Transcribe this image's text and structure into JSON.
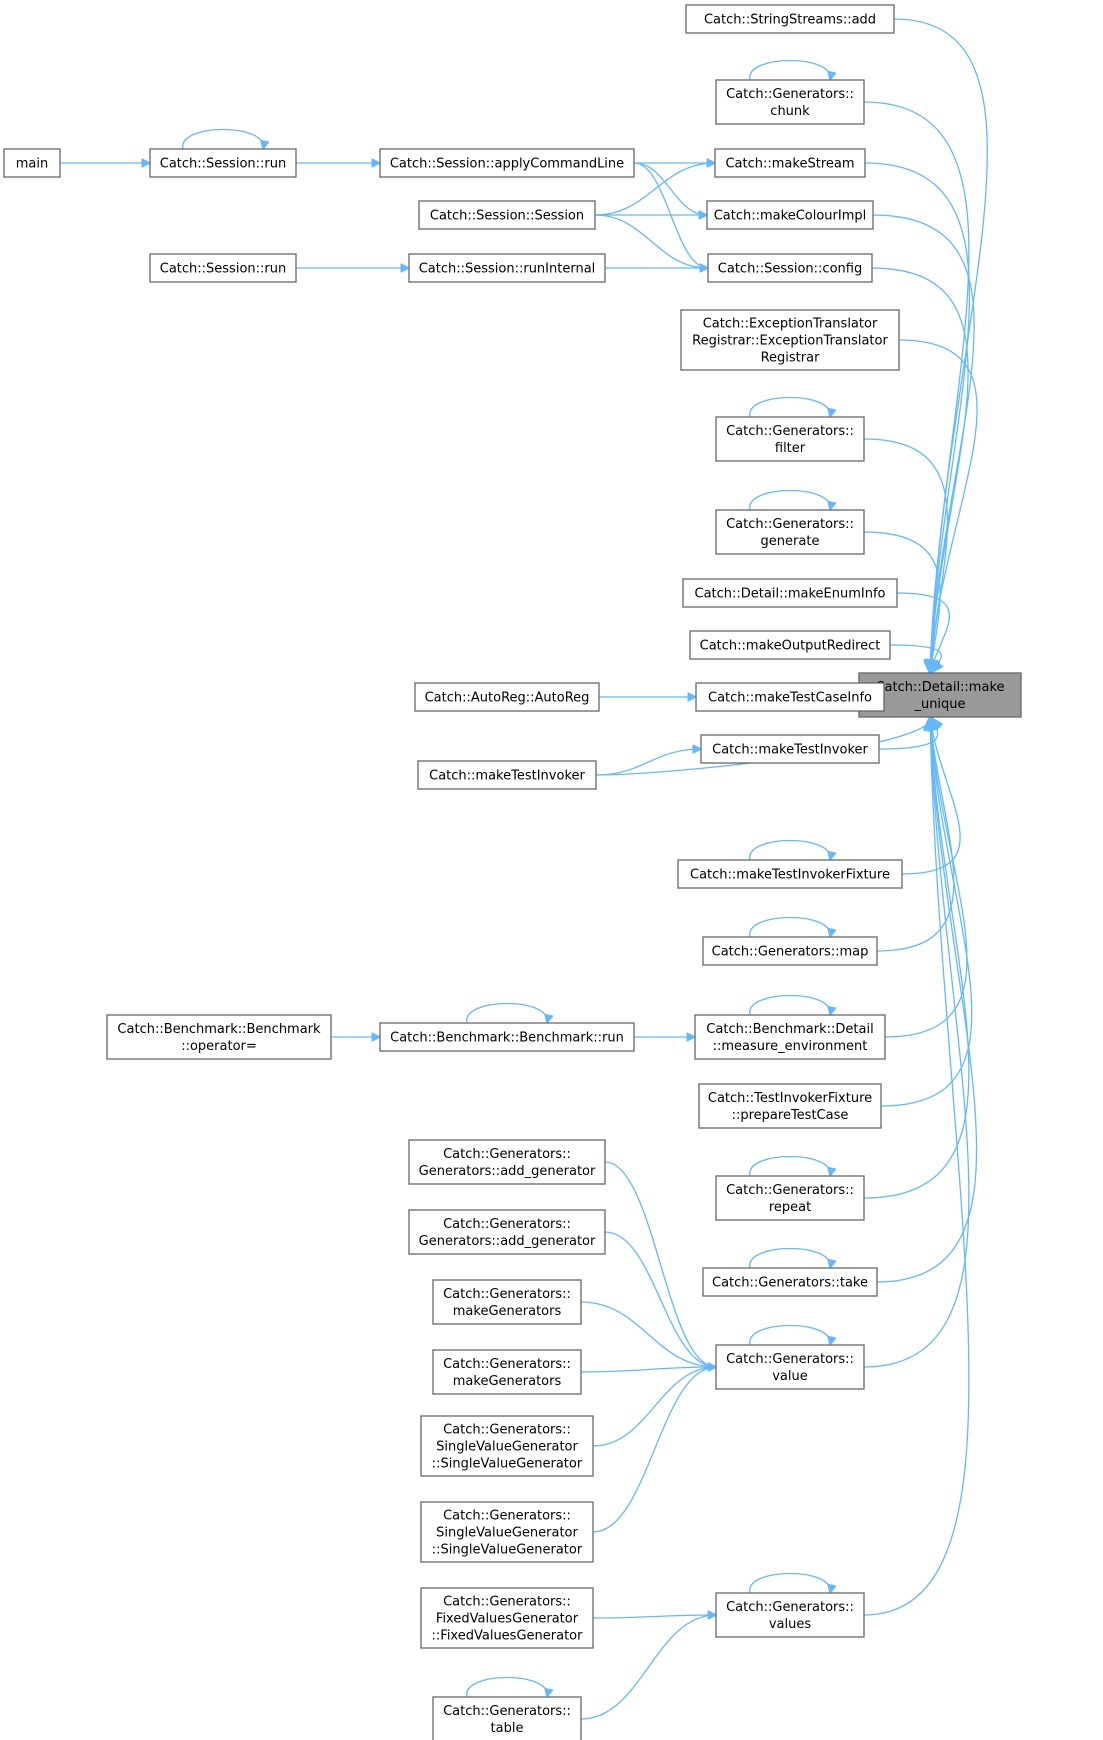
{
  "colors": {
    "edge": "#63b8ff",
    "node_border": "#666666",
    "focus_fill": "#999999"
  },
  "nodes": [
    {
      "id": "make_unique",
      "label": [
        "Catch::Detail::make",
        "_unique"
      ],
      "focus": true
    },
    {
      "id": "add",
      "label": [
        "Catch::StringStreams::add"
      ]
    },
    {
      "id": "chunk",
      "label": [
        "Catch::Generators::",
        "chunk"
      ]
    },
    {
      "id": "makeStream",
      "label": [
        "Catch::makeStream"
      ]
    },
    {
      "id": "makeColourImpl",
      "label": [
        "Catch::makeColourImpl"
      ]
    },
    {
      "id": "config",
      "label": [
        "Catch::Session::config"
      ]
    },
    {
      "id": "exTrans",
      "label": [
        "Catch::ExceptionTranslator",
        "Registrar::ExceptionTranslator",
        "Registrar"
      ]
    },
    {
      "id": "filter",
      "label": [
        "Catch::Generators::",
        "filter"
      ]
    },
    {
      "id": "generate",
      "label": [
        "Catch::Generators::",
        "generate"
      ]
    },
    {
      "id": "makeEnumInfo",
      "label": [
        "Catch::Detail::makeEnumInfo"
      ]
    },
    {
      "id": "makeOutputRedirect",
      "label": [
        "Catch::makeOutputRedirect"
      ]
    },
    {
      "id": "makeTestCaseInfo",
      "label": [
        "Catch::makeTestCaseInfo"
      ]
    },
    {
      "id": "makeTestInvoker1",
      "label": [
        "Catch::makeTestInvoker"
      ]
    },
    {
      "id": "makeTestInvoker2",
      "label": [
        "Catch::makeTestInvoker"
      ]
    },
    {
      "id": "makeTestInvokerFixture",
      "label": [
        "Catch::makeTestInvokerFixture"
      ]
    },
    {
      "id": "map",
      "label": [
        "Catch::Generators::map"
      ]
    },
    {
      "id": "measure_env",
      "label": [
        "Catch::Benchmark::Detail",
        "::measure_environment"
      ]
    },
    {
      "id": "prepareTestCase",
      "label": [
        "Catch::TestInvokerFixture",
        "::prepareTestCase"
      ]
    },
    {
      "id": "repeat",
      "label": [
        "Catch::Generators::",
        "repeat"
      ]
    },
    {
      "id": "take",
      "label": [
        "Catch::Generators::take"
      ]
    },
    {
      "id": "value",
      "label": [
        "Catch::Generators::",
        "value"
      ]
    },
    {
      "id": "values",
      "label": [
        "Catch::Generators::",
        "values"
      ]
    },
    {
      "id": "main",
      "label": [
        "main"
      ]
    },
    {
      "id": "sessionRun1",
      "label": [
        "Catch::Session::run"
      ]
    },
    {
      "id": "applyCmd",
      "label": [
        "Catch::Session::applyCommandLine"
      ]
    },
    {
      "id": "sessionCtor",
      "label": [
        "Catch::Session::Session"
      ]
    },
    {
      "id": "sessionRun2",
      "label": [
        "Catch::Session::run"
      ]
    },
    {
      "id": "runInternal",
      "label": [
        "Catch::Session::runInternal"
      ]
    },
    {
      "id": "autoReg",
      "label": [
        "Catch::AutoReg::AutoReg"
      ]
    },
    {
      "id": "benchOp",
      "label": [
        "Catch::Benchmark::Benchmark",
        "::operator="
      ]
    },
    {
      "id": "benchRun",
      "label": [
        "Catch::Benchmark::Benchmark::run"
      ]
    },
    {
      "id": "addGen1",
      "label": [
        "Catch::Generators::",
        "Generators::add_generator"
      ]
    },
    {
      "id": "addGen2",
      "label": [
        "Catch::Generators::",
        "Generators::add_generator"
      ]
    },
    {
      "id": "makeGens1",
      "label": [
        "Catch::Generators::",
        "makeGenerators"
      ]
    },
    {
      "id": "makeGens2",
      "label": [
        "Catch::Generators::",
        "makeGenerators"
      ]
    },
    {
      "id": "svg1",
      "label": [
        "Catch::Generators::",
        "SingleValueGenerator",
        "::SingleValueGenerator"
      ]
    },
    {
      "id": "svg2",
      "label": [
        "Catch::Generators::",
        "SingleValueGenerator",
        "::SingleValueGenerator"
      ]
    },
    {
      "id": "fvg",
      "label": [
        "Catch::Generators::",
        "FixedValuesGenerator",
        "::FixedValuesGenerator"
      ]
    },
    {
      "id": "table",
      "label": [
        "Catch::Generators::",
        "table"
      ]
    }
  ],
  "edges": [
    [
      "add",
      "make_unique"
    ],
    [
      "chunk",
      "make_unique"
    ],
    [
      "makeStream",
      "make_unique"
    ],
    [
      "makeColourImpl",
      "make_unique"
    ],
    [
      "config",
      "make_unique"
    ],
    [
      "exTrans",
      "make_unique"
    ],
    [
      "filter",
      "make_unique"
    ],
    [
      "generate",
      "make_unique"
    ],
    [
      "makeEnumInfo",
      "make_unique"
    ],
    [
      "makeOutputRedirect",
      "make_unique"
    ],
    [
      "makeTestCaseInfo",
      "make_unique"
    ],
    [
      "makeTestInvoker1",
      "make_unique"
    ],
    [
      "makeTestInvoker2",
      "make_unique"
    ],
    [
      "makeTestInvokerFixture",
      "make_unique"
    ],
    [
      "map",
      "make_unique"
    ],
    [
      "measure_env",
      "make_unique"
    ],
    [
      "prepareTestCase",
      "make_unique"
    ],
    [
      "repeat",
      "make_unique"
    ],
    [
      "take",
      "make_unique"
    ],
    [
      "value",
      "make_unique"
    ],
    [
      "values",
      "make_unique"
    ],
    [
      "main",
      "sessionRun1"
    ],
    [
      "sessionRun1",
      "applyCmd"
    ],
    [
      "applyCmd",
      "makeStream"
    ],
    [
      "applyCmd",
      "makeColourImpl"
    ],
    [
      "applyCmd",
      "config"
    ],
    [
      "sessionCtor",
      "makeStream"
    ],
    [
      "sessionCtor",
      "makeColourImpl"
    ],
    [
      "sessionCtor",
      "config"
    ],
    [
      "sessionRun2",
      "runInternal"
    ],
    [
      "runInternal",
      "config"
    ],
    [
      "autoReg",
      "makeTestCaseInfo"
    ],
    [
      "makeTestInvoker2",
      "makeTestInvoker1"
    ],
    [
      "benchOp",
      "benchRun"
    ],
    [
      "benchRun",
      "measure_env"
    ],
    [
      "addGen1",
      "value"
    ],
    [
      "addGen2",
      "value"
    ],
    [
      "makeGens1",
      "value"
    ],
    [
      "makeGens2",
      "value"
    ],
    [
      "svg1",
      "value"
    ],
    [
      "svg2",
      "value"
    ],
    [
      "fvg",
      "values"
    ],
    [
      "table",
      "values"
    ],
    [
      "chunk",
      "chunk"
    ],
    [
      "filter",
      "filter"
    ],
    [
      "generate",
      "generate"
    ],
    [
      "makeTestInvokerFixture",
      "makeTestInvokerFixture"
    ],
    [
      "map",
      "map"
    ],
    [
      "measure_env",
      "measure_env"
    ],
    [
      "repeat",
      "repeat"
    ],
    [
      "take",
      "take"
    ],
    [
      "value",
      "value"
    ],
    [
      "values",
      "values"
    ],
    [
      "sessionRun1",
      "sessionRun1"
    ],
    [
      "benchRun",
      "benchRun"
    ],
    [
      "table",
      "table"
    ]
  ]
}
